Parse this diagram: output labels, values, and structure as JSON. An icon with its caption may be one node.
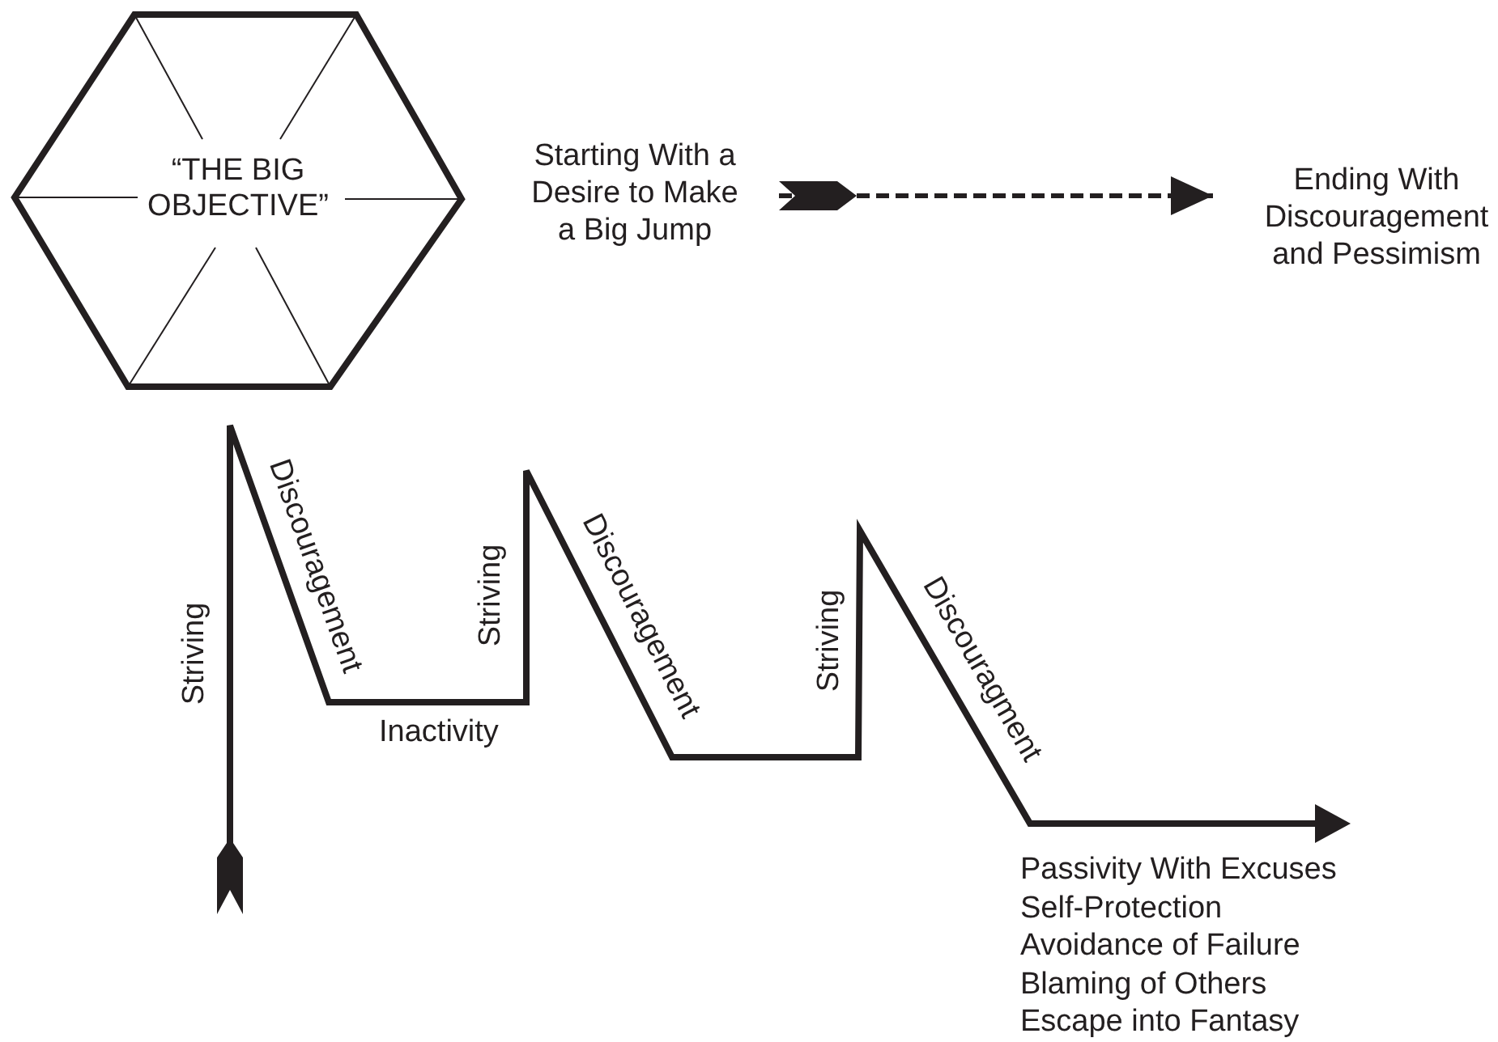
{
  "diagram": {
    "nodes": [
      {
        "text": [
          "“THE BIG OBJECTIVE”"
        ]
      },
      {
        "text": [
          "Starting With a Desire to Make a Big Jump"
        ]
      },
      {
        "text": [
          "Ending With Discouragement and Pessimism"
        ]
      },
      {
        "text": [
          "Passivity With Excuses",
          "Self-Protection",
          "Avoidance of Failure",
          "Blaming of Others",
          "Escape into Fantasy"
        ]
      }
    ],
    "edges": [
      {
        "from": 1,
        "to": 2,
        "arrow": "to",
        "style": "dashed"
      },
      {
        "from": null,
        "to": 3,
        "arrow": "to"
      }
    ],
    "labels": [
      "Striving",
      "Discouragement",
      "Striving",
      "Inactivity",
      "Discouragement",
      "Striving",
      "Discouragment"
    ]
  }
}
